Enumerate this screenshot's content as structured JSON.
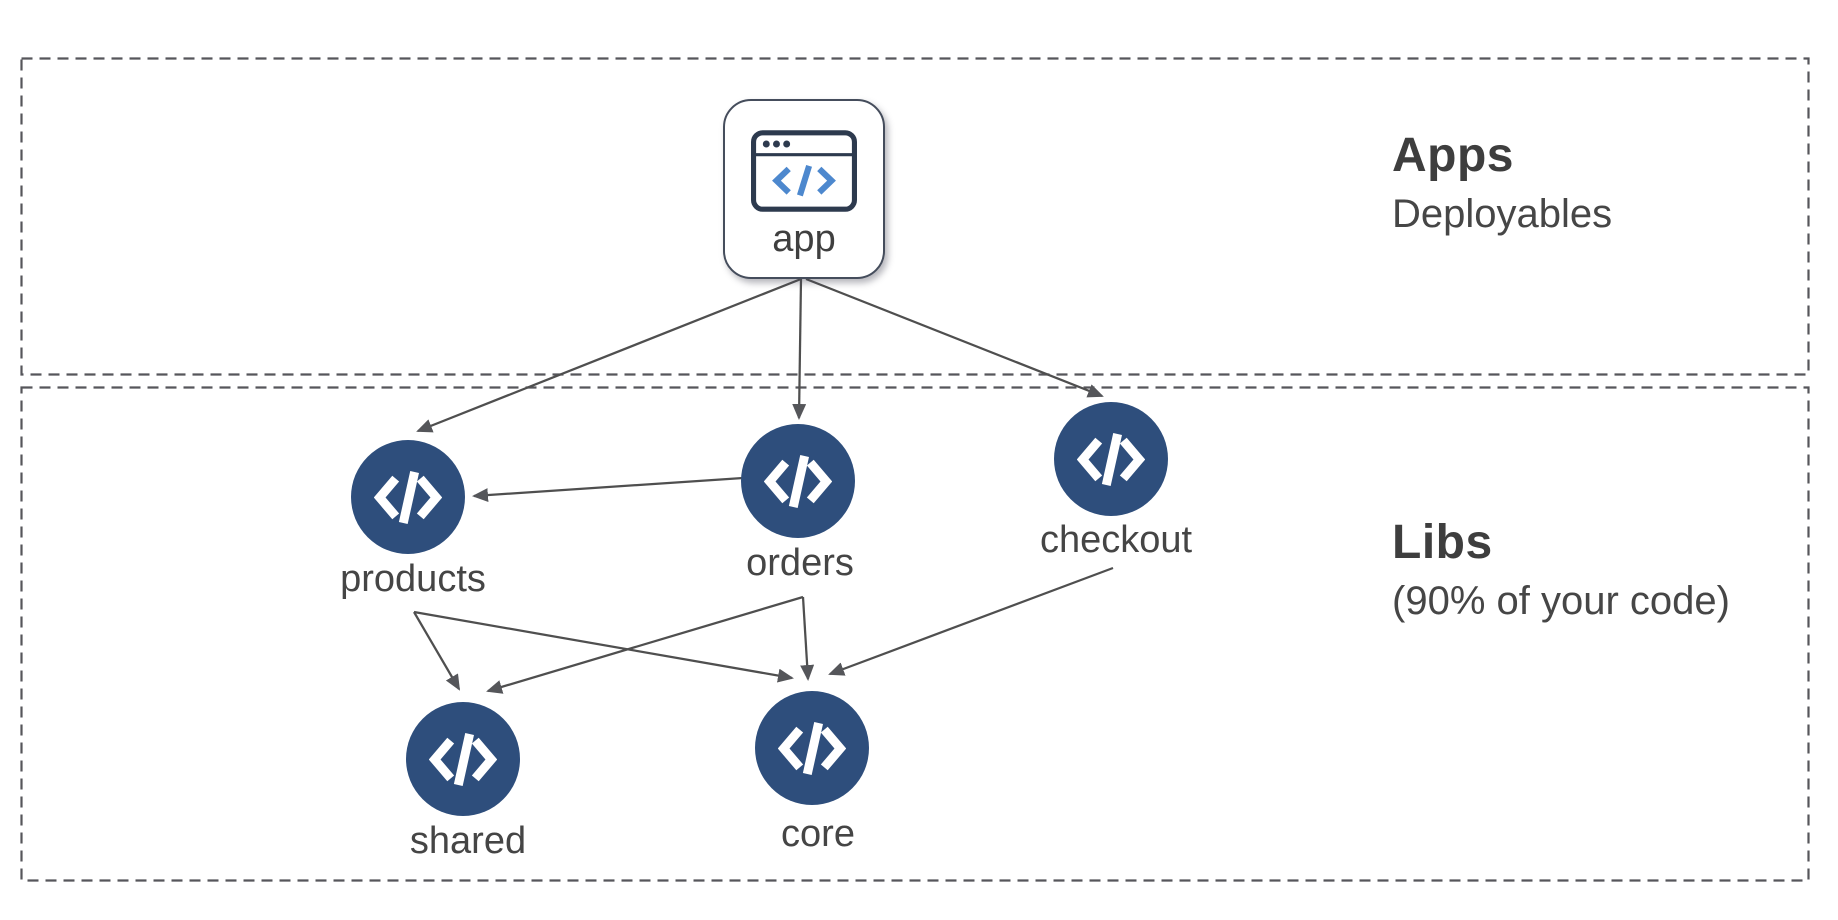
{
  "zones": {
    "apps": {
      "title": "Apps",
      "subtitle": "Deployables"
    },
    "libs": {
      "title": "Libs",
      "subtitle": "(90% of your code)"
    }
  },
  "nodes": {
    "app": {
      "label": "app",
      "zone": "apps"
    },
    "products": {
      "label": "products",
      "zone": "libs"
    },
    "orders": {
      "label": "orders",
      "zone": "libs"
    },
    "checkout": {
      "label": "checkout",
      "zone": "libs"
    },
    "shared": {
      "label": "shared",
      "zone": "libs"
    },
    "core": {
      "label": "core",
      "zone": "libs"
    }
  },
  "edges": [
    {
      "from": "app",
      "to": "products"
    },
    {
      "from": "app",
      "to": "orders"
    },
    {
      "from": "app",
      "to": "checkout"
    },
    {
      "from": "orders",
      "to": "products"
    },
    {
      "from": "products",
      "to": "shared"
    },
    {
      "from": "products",
      "to": "core"
    },
    {
      "from": "orders",
      "to": "shared"
    },
    {
      "from": "orders",
      "to": "core"
    },
    {
      "from": "checkout",
      "to": "core"
    }
  ],
  "colors": {
    "background": "#ffffff",
    "node_fill": "#2e4e7c",
    "node_glyph": "#ffffff",
    "edge_line": "#4f4f4f",
    "arrowhead": "#55565a",
    "zone_border": "#56565b",
    "heading_text": "#3e3e3e",
    "label_text": "#454545",
    "app_icon_frame": "#2d3a4e",
    "app_icon_code": "#4d88ce"
  }
}
